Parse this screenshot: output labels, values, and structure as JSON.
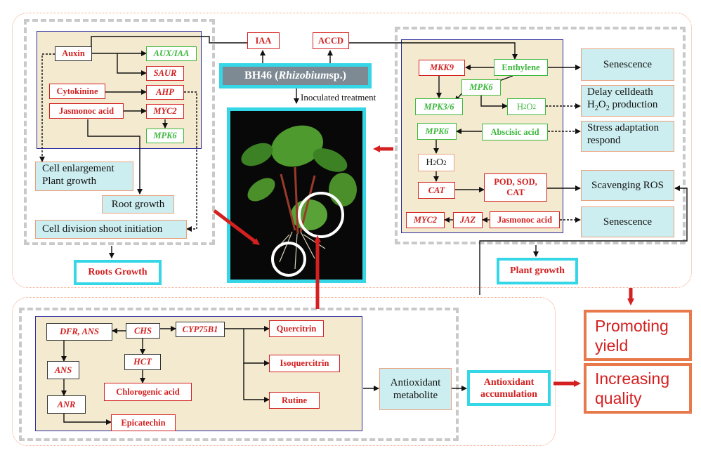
{
  "top": {
    "iaa": "IAA",
    "accd": "ACCD",
    "bh46_prefix": "BH46 (",
    "bh46_species": "Rhizobium",
    "bh46_suffix": " sp.)",
    "inoculated": "Inoculated treatment"
  },
  "roots": {
    "auxin": "Auxin",
    "aux_iaa": "AUX/IAA",
    "saur": "SAUR",
    "cytokinine": "Cytokinine",
    "ahp": "AHP",
    "jasmonoc_acid": "Jasmonoc acid",
    "myc2": "MYC2",
    "mpk6": "MPK6",
    "cell_enlargement_1": "Cell enlargement",
    "cell_enlargement_2": "Plant growth",
    "root_growth": "Root growth",
    "cell_division": "Cell division shoot initiation",
    "title": "Roots Growth"
  },
  "plant": {
    "mkk9": "MKK9",
    "enthylene": "Enthylene",
    "mpk6_a": "MPK6",
    "mpk3_6": "MPK3/6",
    "h2o2_a_main": "H",
    "h2o2_a_sub1": "2",
    "h2o2_a_mid": "O",
    "h2o2_a_sub2": "2",
    "mpk6_b": "MPK6",
    "abscisic": "Abscisic acid",
    "h2o2_b_main": "H",
    "h2o2_b_sub1": "2",
    "h2o2_b_mid": "O",
    "h2o2_b_sub2": "2",
    "cat": "CAT",
    "pod_1": "POD, SOD,",
    "pod_2": "CAT",
    "myc2": "MYC2",
    "jaz": "JAZ",
    "jasmonoc_acid": "Jasmonoc acid",
    "senescence_1": "Senescence",
    "delay_1": "Delay celldeath",
    "delay_2_main": "H",
    "delay_2_sub1": "2",
    "delay_2_mid": "O",
    "delay_2_sub2": "2",
    "delay_2_tail": " production",
    "stress_1": "Stress adaptation",
    "stress_2": "respond",
    "scavenging": "Scavenging ROS",
    "senescence_2": "Senescence",
    "title": "Plant growth"
  },
  "antioxidant": {
    "dfr_ans": "DFR, ANS",
    "chs": "CHS",
    "cyp75b1": "CYP75B1",
    "ans": "ANS",
    "hct": "HCT",
    "chlorogenic": "Chlorogenic acid",
    "anr": "ANR",
    "epicatechin": "Epicatechin",
    "quercitrin": "Quercitrin",
    "isoquercitrin": "Isoquercitrin",
    "rutine": "Rutine",
    "metabolite_1": "Antioxidant",
    "metabolite_2": "metabolite",
    "accumulation_1": "Antioxidant",
    "accumulation_2": "accumulation"
  },
  "results": {
    "promoting_1": "Promoting",
    "promoting_2": "yield",
    "increasing_1": "Increasing",
    "increasing_2": "quality"
  },
  "colors": {
    "gene_red": "#d42020",
    "gene_green": "#3cb83c",
    "panel_fill": "#f4ead0",
    "outcome_fill": "#cdeef0",
    "highlight_border": "#35d6e6",
    "result_border": "#e8794a"
  }
}
